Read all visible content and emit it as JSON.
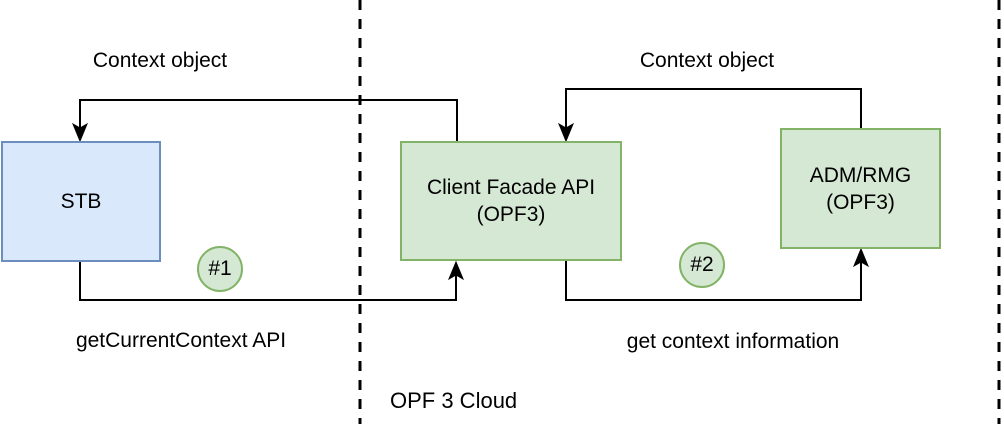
{
  "nodes": {
    "stb": {
      "label": "STB"
    },
    "client_facade": {
      "line1": "Client Facade API",
      "line2": "(OPF3)"
    },
    "adm_rmg": {
      "line1": "ADM/RMG",
      "line2": "(OPF3)"
    }
  },
  "edge_labels": {
    "context_object_left": "Context object",
    "context_object_right": "Context object",
    "get_current_context": "getCurrentContext API",
    "get_context_information": "get context information"
  },
  "badges": {
    "first": "#1",
    "second": "#2"
  },
  "zone_label": "OPF 3 Cloud",
  "colors": {
    "node_blue_fill": "#dae8fc",
    "node_blue_border": "#6c8ebf",
    "node_green_fill": "#d5e8d4",
    "node_green_border": "#82b366",
    "line": "#000000",
    "background": "#ffffff"
  }
}
